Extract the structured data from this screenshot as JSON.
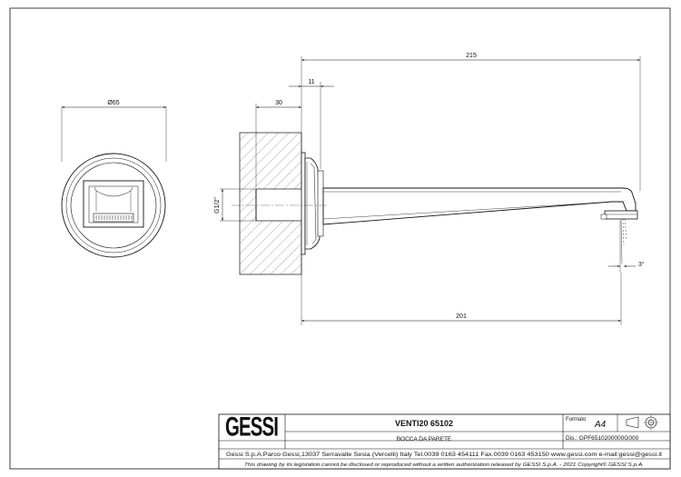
{
  "dimensions": {
    "rosette_diameter": "Ø65",
    "total_length": "215",
    "rosette_depth": "11",
    "wall_depth": "30",
    "thread": "G1/2\"",
    "angle": "3°",
    "spout_length": "201"
  },
  "title_block": {
    "brand": "GESSI",
    "product": "VENTI20 65102",
    "description": "BOCCA DA PARETE",
    "format_label": "Formato",
    "format_value": "A4",
    "drawing_number": "Dis.: GPF6510200000G000",
    "company_info": "Gessi S.p.A.Parco Gessi,13037 Serravalle Sesia (Vercelli) Italy Tel.0039 0163 454111 Fax.0039 0163 453150 www.gessi.com e-mail:gessi@gessi.it",
    "disclaimer": "This drawing by its legislation cannot be disclosed or reproduced without a written authorization released by GESSI S.p.A. - 2021 Copyright© GESSI S.p.A."
  }
}
